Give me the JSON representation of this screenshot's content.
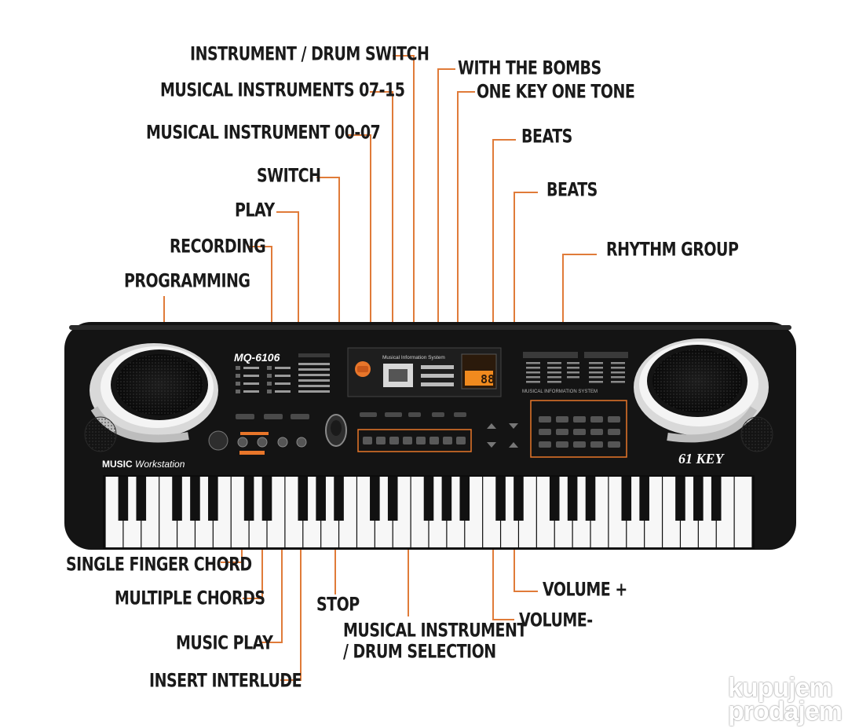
{
  "keyboard": {
    "model": "MQ-6106",
    "brand_text": "MUSIC",
    "workstation_text": "Workstation",
    "key_count_badge": "61 KEY",
    "display_title": "Musical Information System",
    "display_readout": "88",
    "panel_caption": "MUSICAL INFORMATION SYSTEM",
    "white_keys": 36,
    "colors": {
      "body": "#141414",
      "accent": "#e8762a",
      "leader": "#e07b39",
      "display": "#f08a1e"
    }
  },
  "labels": [
    {
      "id": "instrument-drum-switch",
      "text": "INSTRUMENT / DRUM SWITCH"
    },
    {
      "id": "musical-instruments-07-15",
      "text": "MUSICAL INSTRUMENTS 07-15"
    },
    {
      "id": "musical-instrument-00-07",
      "text": "MUSICAL INSTRUMENT 00-07"
    },
    {
      "id": "switch",
      "text": "SWITCH"
    },
    {
      "id": "play",
      "text": "PLAY"
    },
    {
      "id": "recording",
      "text": "RECORDING"
    },
    {
      "id": "programming",
      "text": "PROGRAMMING"
    },
    {
      "id": "with-the-bombs",
      "text": "WITH THE BOMBS"
    },
    {
      "id": "one-key-one-tone",
      "text": "ONE KEY ONE TONE"
    },
    {
      "id": "beats-1",
      "text": "BEATS"
    },
    {
      "id": "beats-2",
      "text": "BEATS"
    },
    {
      "id": "rhythm-group",
      "text": "RHYTHM GROUP"
    },
    {
      "id": "single-finger-chord",
      "text": "SINGLE FINGER CHORD"
    },
    {
      "id": "multiple-chords",
      "text": "MULTIPLE CHORDS"
    },
    {
      "id": "music-play",
      "text": "MUSIC PLAY"
    },
    {
      "id": "insert-interlude",
      "text": "INSERT INTERLUDE"
    },
    {
      "id": "stop",
      "text": "STOP"
    },
    {
      "id": "musical-instrument-drum-selection-1",
      "text": "MUSICAL INSTRUMENT"
    },
    {
      "id": "musical-instrument-drum-selection-2",
      "text": "/ DRUM SELECTION"
    },
    {
      "id": "volume-plus",
      "text": "VOLUME +"
    },
    {
      "id": "volume-minus",
      "text": "VOLUME-"
    }
  ],
  "watermark": {
    "line1": "kupujem",
    "line2": "prodajem"
  }
}
